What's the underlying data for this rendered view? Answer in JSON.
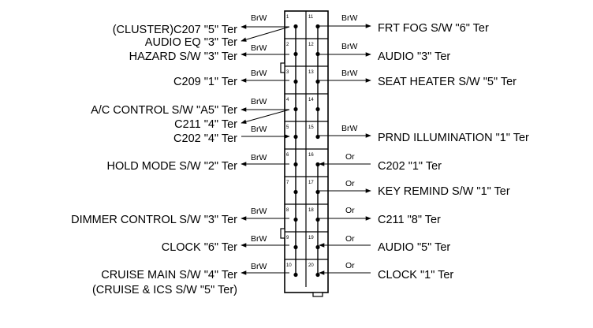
{
  "pins": [
    "1",
    "2",
    "3",
    "4",
    "5",
    "6",
    "7",
    "8",
    "9",
    "10",
    "11",
    "12",
    "13",
    "14",
    "15",
    "16",
    "17",
    "18",
    "19",
    "20"
  ],
  "left": [
    {
      "lines": [
        "(CLUSTER)C207 \"5\" Ter",
        "AUDIO EQ \"3\" Ter"
      ],
      "wire": "BrW"
    },
    {
      "lines": [
        "HAZARD S/W \"3\" Ter"
      ],
      "wire": "BrW"
    },
    {
      "lines": [
        "C209 \"1\" Ter"
      ],
      "wire": "BrW"
    },
    {
      "lines": [
        "A/C CONTROL S/W \"A5\" Ter",
        "C211 \"4\" Ter"
      ],
      "wire": "BrW"
    },
    {
      "lines": [
        "C202 \"4\" Ter"
      ],
      "wire": "BrW"
    },
    {
      "lines": [
        "HOLD MODE S/W \"2\" Ter"
      ],
      "wire": "BrW"
    },
    {
      "lines": [
        "DIMMER CONTROL S/W \"3\" Ter"
      ],
      "wire": "BrW"
    },
    {
      "lines": [
        "CLOCK \"6\" Ter"
      ],
      "wire": "BrW"
    },
    {
      "lines": [
        "CRUISE MAIN S/W \"4\" Ter",
        "(CRUISE & ICS S/W \"5\" Ter)"
      ],
      "wire": "BrW"
    }
  ],
  "right": [
    {
      "text": "FRT FOG S/W \"6\" Ter",
      "wire": "BrW"
    },
    {
      "text": "AUDIO \"3\" Ter",
      "wire": "BrW"
    },
    {
      "text": "SEAT HEATER S/W \"5\" Ter",
      "wire": "BrW"
    },
    {
      "text": "PRND ILLUMINATION \"1\" Ter",
      "wire": "BrW"
    },
    {
      "text": "C202 \"1\" Ter",
      "wire": "Or"
    },
    {
      "text": "KEY REMIND S/W \"1\" Ter",
      "wire": "Or"
    },
    {
      "text": "C211 \"8\" Ter",
      "wire": "Or"
    },
    {
      "text": "AUDIO \"5\" Ter",
      "wire": "Or"
    },
    {
      "text": "CLOCK \"1\" Ter",
      "wire": "Or"
    }
  ]
}
